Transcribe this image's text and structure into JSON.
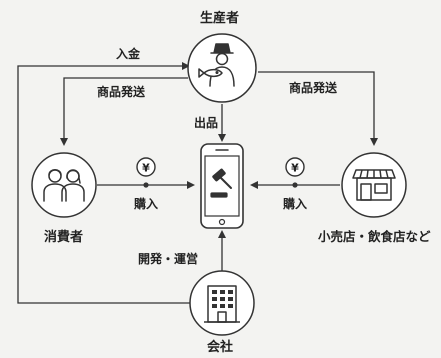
{
  "nodes": {
    "producer": {
      "label": "生産者",
      "icon": "fisherman-icon"
    },
    "consumer": {
      "label": "消費者",
      "icon": "couple-icon"
    },
    "platform": {
      "icon": "smartphone-auction-gavel-icon"
    },
    "retailer": {
      "label": "小売店・飲食店など",
      "icon": "storefront-icon"
    },
    "company": {
      "label": "会社",
      "icon": "office-building-icon"
    }
  },
  "edges": {
    "payment": {
      "label": "入金"
    },
    "ship_consumer": {
      "label": "商品発送"
    },
    "ship_retailer": {
      "label": "商品発送"
    },
    "listing": {
      "label": "出品"
    },
    "buy_consumer": {
      "label": "購入",
      "symbol": "¥"
    },
    "buy_retailer": {
      "label": "購入",
      "symbol": "¥"
    },
    "operate": {
      "label": "開発・運営"
    }
  },
  "colors": {
    "line": "#333333",
    "fill": "#ffffff",
    "background": "#f3f3f1"
  }
}
